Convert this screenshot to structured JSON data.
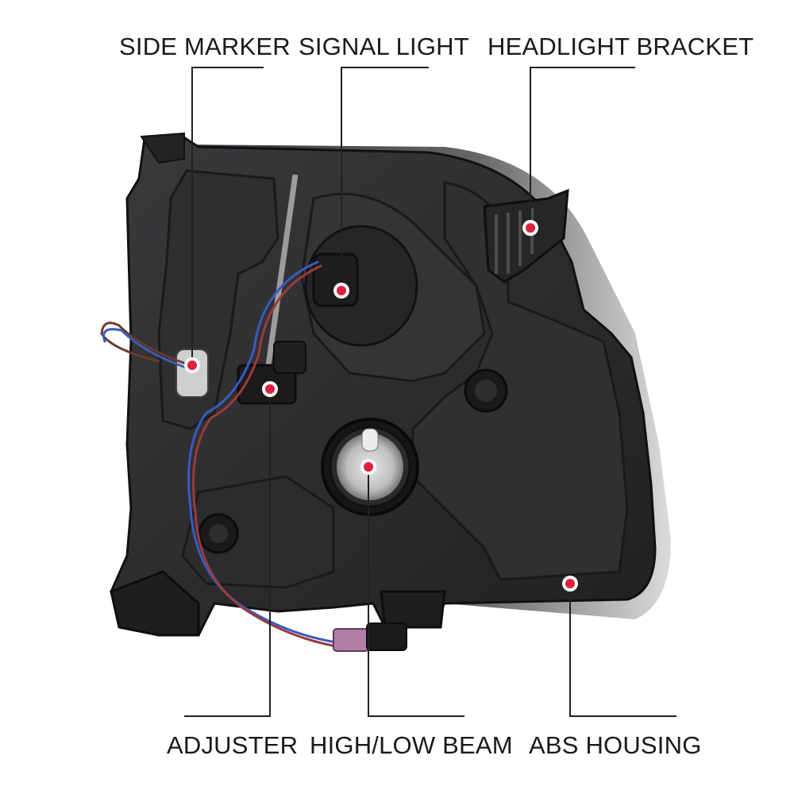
{
  "labels": {
    "side_marker": "SIDE MARKER",
    "signal_light": "SIGNAL LIGHT",
    "headlight_bracket": "HEADLIGHT BRACKET",
    "adjuster": "ADJUSTER",
    "high_low_beam": "HIGH/LOW BEAM",
    "abs_housing": "ABS HOUSING"
  },
  "colors": {
    "housing": "#2b2b2d",
    "housing_dark": "#161617",
    "housing_light": "#4a4a4d",
    "leader_line": "#222222",
    "marker_dot": "#e0203a",
    "marker_ring": "#ffffff",
    "wire_blue": "#3a5bbf",
    "wire_red": "#9a3b3b",
    "connector_pink": "#b07fa8"
  }
}
